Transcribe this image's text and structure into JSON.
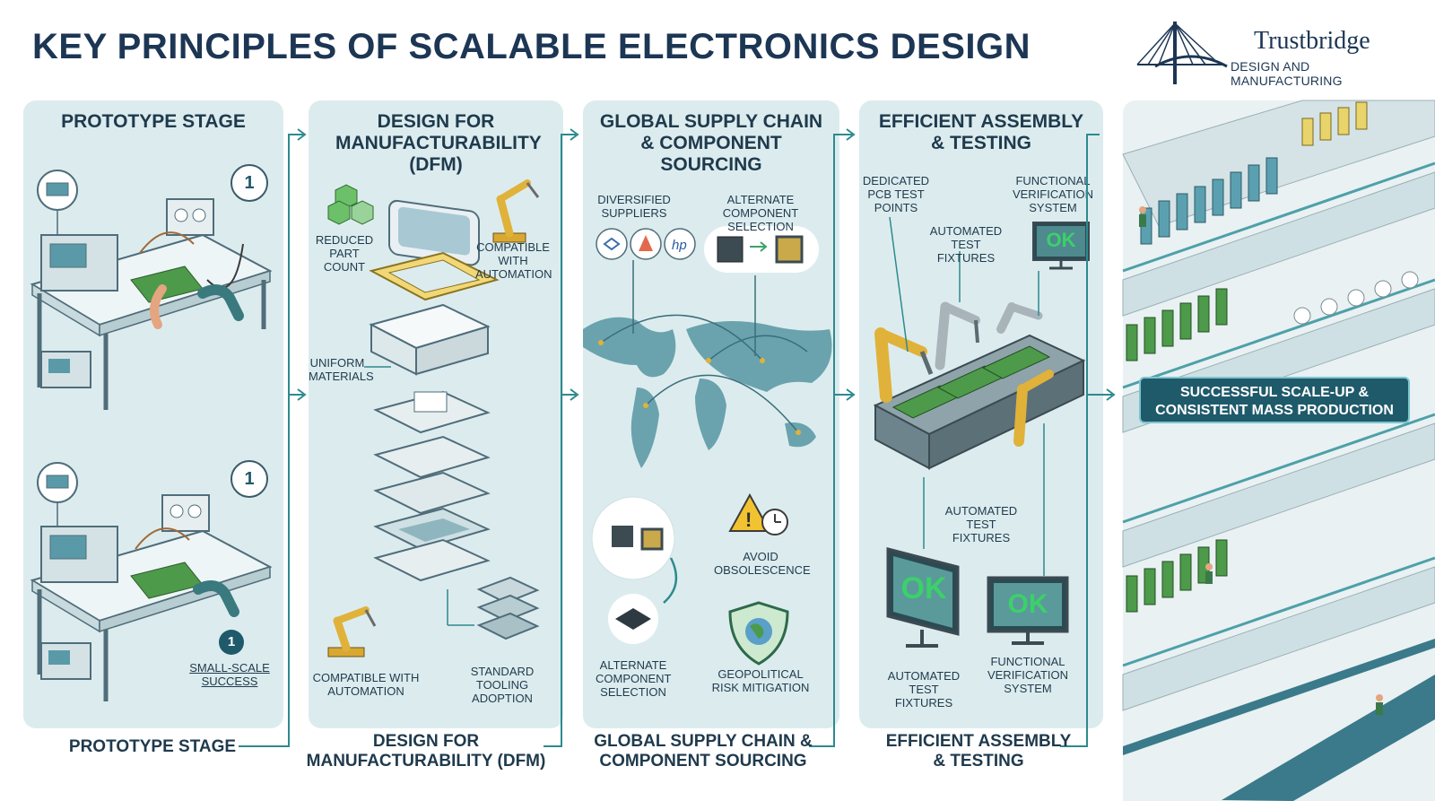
{
  "header": {
    "title": "KEY PRINCIPLES OF SCALABLE ELECTRONICS DESIGN",
    "logo_name": "Trustbridge",
    "logo_tagline": "DESIGN AND MANUFACTURING"
  },
  "panels": {
    "prototype": {
      "title": "PROTOTYPE STAGE",
      "badge_top": "1",
      "badge_bottom": "1",
      "badge_small": "1",
      "success_label": "SMALL-SCALE SUCCESS",
      "footer": "PROTOTYPE STAGE"
    },
    "dfm": {
      "title": "DESIGN FOR MANUFACTURABILITY (DFM)",
      "reduced_part_count": "REDUCED PART COUNT",
      "compatible_automation_top": "COMPATIBLE WITH AUTOMATION",
      "uniform_materials": "UNIFORM MATERIALS",
      "compatible_automation_bottom": "COMPATIBLE WITH AUTOMATION",
      "standard_tooling": "STANDARD TOOLING ADOPTION",
      "footer": "DESIGN FOR MANUFACTURABILITY (DFM)"
    },
    "supply": {
      "title": "GLOBAL SUPPLY CHAIN & COMPONENT SOURCING",
      "diversified_suppliers": "DIVERSIFIED SUPPLIERS",
      "alternate_component_top": "ALTERNATE COMPONENT SELECTION",
      "alternate_component_bottom": "ALTERNATE COMPONENT SELECTION",
      "avoid_obsolescence": "AVOID OBSOLESCENCE",
      "geopolitical": "GEOPOLITICAL RISK MITIGATION",
      "footer": "GLOBAL SUPPLY CHAIN & COMPONENT SOURCING"
    },
    "assembly": {
      "title": "EFFICIENT ASSEMBLY & TESTING",
      "dedicated_points": "DEDICATED PCB TEST POINTS",
      "functional_top": "FUNCTIONAL VERIFICATION SYSTEM",
      "automated_top": "AUTOMATED TEST FIXTURES",
      "automated_mid": "AUTOMATED TEST FIXTURES",
      "automated_bottom": "AUTOMATED TEST FIXTURES",
      "functional_bottom": "FUNCTIONAL VERIFICATION SYSTEM",
      "ok_small": "OK",
      "ok_left": "OK",
      "ok_right": "OK",
      "footer": "EFFICIENT ASSEMBLY & TESTING"
    },
    "mass": {
      "banner": "SUCCESSFUL SCALE-UP & CONSISTENT MASS PRODUCTION"
    }
  },
  "colors": {
    "panel_bg": "#dcecee",
    "accent_teal": "#2d8a8e",
    "pcb_green": "#4d9a4a",
    "robot_yellow": "#e0b23a",
    "ok_green": "#3cd06a",
    "title_navy": "#1c3654"
  }
}
